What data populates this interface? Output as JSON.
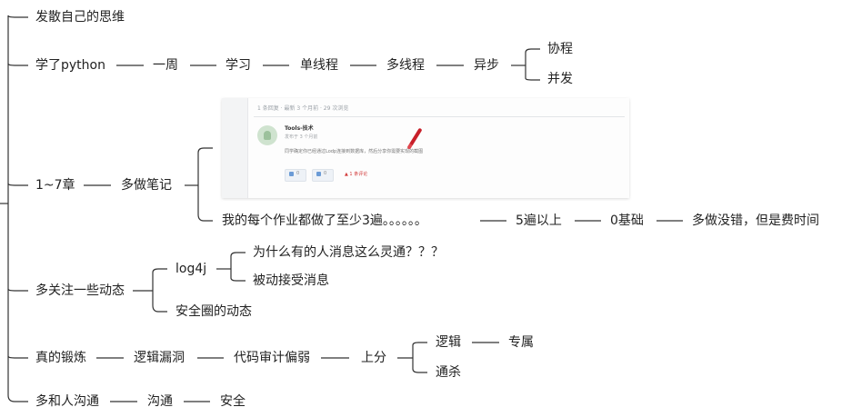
{
  "mindmap": {
    "branches": {
      "b1": {
        "label": "发散自己的思维"
      },
      "b2": {
        "label": "学了python",
        "chain": [
          "一周",
          "学习",
          "单线程",
          "多线程",
          "异步"
        ],
        "children": [
          "协程",
          "并发"
        ]
      },
      "b3": {
        "label": "1~7章",
        "node": "多做笔记",
        "note_text": "我的每个作业都做了至少3遍。。。。。。",
        "chain": [
          "5遍以上",
          "0基础",
          "多做没错，但是费时间"
        ]
      },
      "b4": {
        "label": "多关注一些动态",
        "log4j": "log4j",
        "log4j_children": [
          "为什么有的人消息这么灵通？？？",
          "被动接受消息"
        ],
        "security": "安全圈的动态"
      },
      "b5": {
        "label": "真的锻炼",
        "chain": [
          "逻辑漏洞",
          "代码审计偏弱",
          "上分"
        ],
        "children": [
          "逻辑",
          "通杀"
        ],
        "logic_child": "专属"
      },
      "b6": {
        "label": "多和人沟通",
        "chain": [
          "沟通",
          "安全"
        ]
      }
    },
    "screenshot": {
      "meta": "1 条回复 · 最新 3 个月前 · 29 次浏览",
      "username": "Tools-技术",
      "time": "发布于 3 个月前",
      "body": "同学确定你已经通过Lodp连接到数据库，然后分享你需要实现的截图",
      "like": "0",
      "comment": "0",
      "reply": "▲ 1 条评论",
      "accent": "#c8202a"
    },
    "line_color": "#333333"
  }
}
